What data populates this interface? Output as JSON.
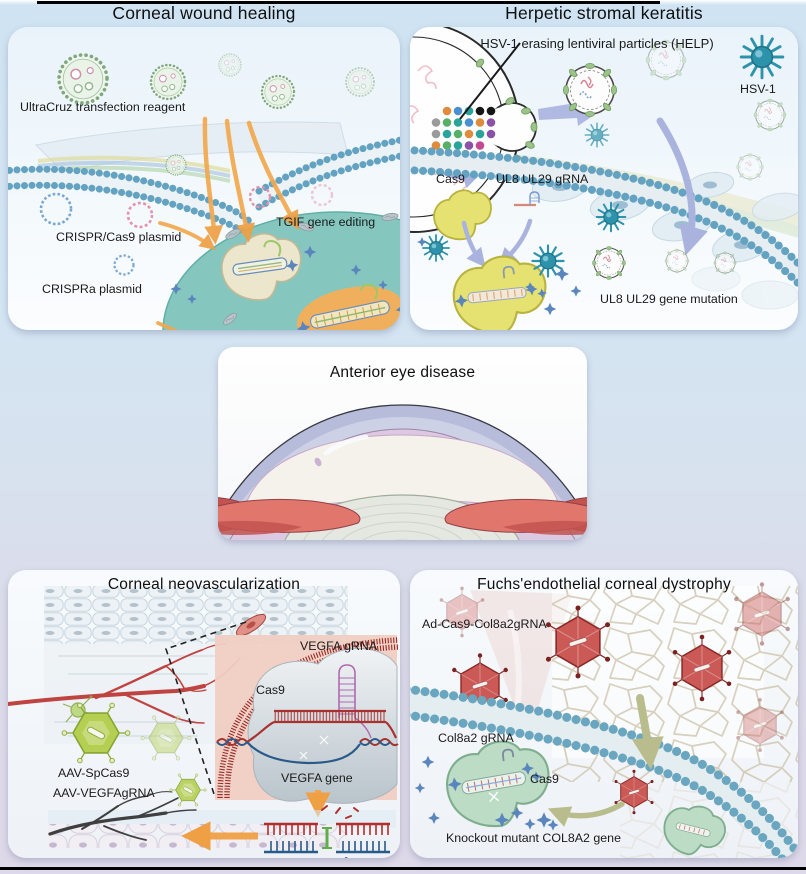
{
  "figure": {
    "type": "scientific-diagram",
    "topic": "CRISPR-based gene editing strategies for anterior eye diseases"
  },
  "panels": {
    "corneal_wound_healing": {
      "title": "Corneal wound healing",
      "labels": {
        "reagent": "UltraCruz transfection reagent",
        "crispr_cas9_plasmid": "CRISPR/Cas9 plasmid",
        "crispra_plasmid": "CRISPRa plasmid",
        "tgif_gene_editing": "TGIF gene editing"
      }
    },
    "herpetic_stromal_keratitis": {
      "title": "Herpetic stromal keratitis",
      "labels": {
        "help_particles": "HSV-1 erasing lentiviral particles (HELP)",
        "hsv1": "HSV-1",
        "cas9": "Cas9",
        "ul8_ul29_grna": "UL8 UL29 gRNA",
        "ul8_ul29_gene_mutation": "UL8 UL29 gene mutation"
      }
    },
    "anterior_eye_disease": {
      "title": "Anterior eye disease"
    },
    "corneal_neovascularization": {
      "title": "Corneal neovascularization",
      "labels": {
        "vegfa_grna": "VEGFA gRNA",
        "cas9": "Cas9",
        "vegfa_gene": "VEGFA gene",
        "aav_spcas9": "AAV-SpCas9",
        "aav_vegfagrna": "AAV-VEGFAgRNA"
      }
    },
    "fuchs_endothelial_corneal_dystrophy": {
      "title": "Fuchs'endothelial corneal dystrophy",
      "labels": {
        "ad_cas9_col8a2grna": "Ad-Cas9-Col8a2gRNA",
        "col8a2_grna": "Col8a2 gRNA",
        "cas9": "Cas9",
        "knockout": "Knockout mutant COL8A2 gene"
      }
    }
  },
  "colors": {
    "background_top": "#cfe3f2",
    "background_bottom": "#ded9e9",
    "arrow_orange": "#ef9f44",
    "arrow_purple": "#aab3de",
    "arrow_olive": "#b9bd8e",
    "cell_teal": "#85c7bf",
    "hsv_virus_teal": "#2d93ab",
    "cas9_yellow": "#e6e272",
    "cas9_beige": "#ece7cc",
    "cas9_gray": "#dde3e8",
    "cas9_green": "#bcdcc6",
    "aav_green": "#b5cf52",
    "adenovirus_red": "#cb5a57",
    "vessel_red": "#bf4341",
    "membrane_bead_blue": "#63a2c1",
    "plasmid_pink": "#e393ad",
    "plasmid_blue": "#7aa8d0",
    "dna_fragment_blue": "#6b93c9",
    "inset_pink": "#f0cdc2"
  }
}
